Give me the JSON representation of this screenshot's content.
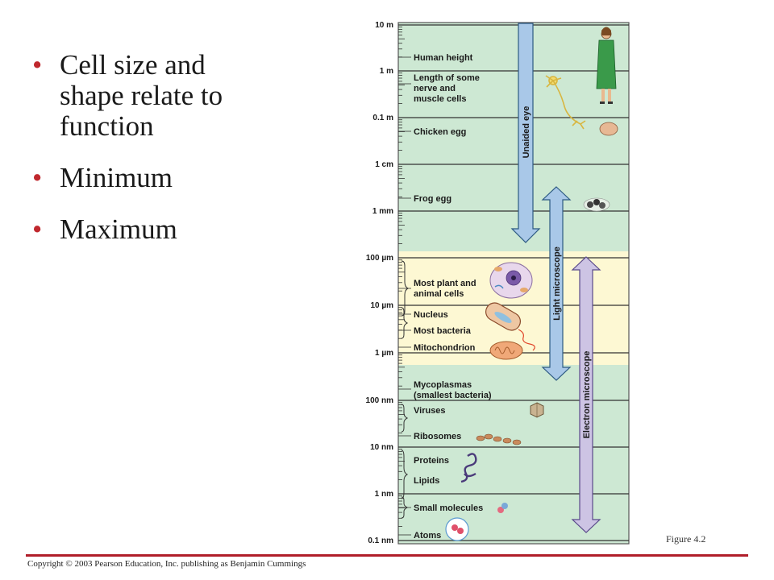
{
  "bullets": [
    "Cell size and shape relate to function",
    "Minimum",
    "Maximum"
  ],
  "scale_labels": [
    "10 m",
    "1 m",
    "0.1 m",
    "1 cm",
    "1 mm",
    "100 µm",
    "10 µm",
    "1 µm",
    "100 nm",
    "10 nm",
    "1 nm",
    "0.1 nm"
  ],
  "items": {
    "human_height": "Human height",
    "nerve_1": "Length of some",
    "nerve_2": "nerve and",
    "nerve_3": "muscle cells",
    "chicken_egg": "Chicken egg",
    "frog_egg": "Frog egg",
    "plant_1": "Most plant and",
    "plant_2": "animal cells",
    "nucleus": "Nucleus",
    "bacteria": "Most bacteria",
    "mito": "Mitochondrion",
    "myco_1": "Mycoplasmas",
    "myco_2": "(smallest bacteria)",
    "viruses": "Viruses",
    "ribosomes": "Ribosomes",
    "proteins": "Proteins",
    "lipids": "Lipids",
    "small_mol": "Small molecules",
    "atoms": "Atoms"
  },
  "ranges": {
    "unaided_eye": "Unaided eye",
    "light_microscope": "Light microscope",
    "electron_microscope": "Electron microscope"
  },
  "colors": {
    "band_green": "#cde8d3",
    "band_yellow": "#fdf8d3",
    "arrow_blue": "#a9c8e8",
    "arrow_purple": "#cdc4e4",
    "bullet_red": "#c0282e",
    "rule_red": "#b01e2a"
  },
  "figure_caption": "Figure 4.2",
  "copyright": "Copyright © 2003 Pearson Education, Inc. publishing as Benjamin Cummings"
}
